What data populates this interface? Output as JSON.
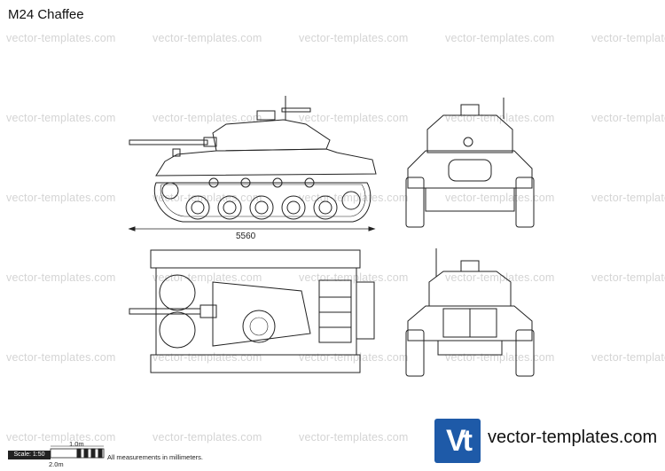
{
  "title": "M24 Chaffee",
  "watermark": "vector-templates.com",
  "dimension_length": "5560",
  "scale_label": "Scale: 1:50",
  "ruler_top_label": "1.0m",
  "ruler_bottom_label": "2.0m",
  "measurement_note": "All measurements in millimeters.",
  "brand": {
    "logo_text": "Vt",
    "site": "vector-templates.com",
    "color": "#1e5aa8"
  }
}
